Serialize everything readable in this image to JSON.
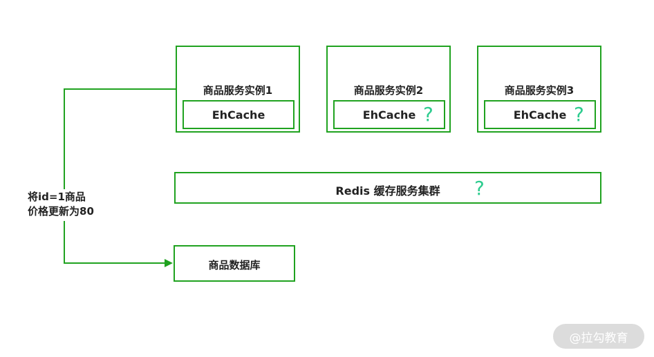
{
  "instances": [
    {
      "title": "商品服务实例1",
      "cache": "EhCache",
      "mark": ""
    },
    {
      "title": "商品服务实例2",
      "cache": "EhCache",
      "mark": "?"
    },
    {
      "title": "商品服务实例3",
      "cache": "EhCache",
      "mark": "?"
    }
  ],
  "redis": {
    "label": "Redis 缓存服务集群",
    "mark": "?"
  },
  "database": {
    "label": "商品数据库"
  },
  "update_label": {
    "line1": "将id=1商品",
    "line2": "价格更新为80"
  },
  "watermark": "@拉勾教育",
  "colors": {
    "border": "#1fa21f",
    "question_mark": "#2ecc8f"
  }
}
